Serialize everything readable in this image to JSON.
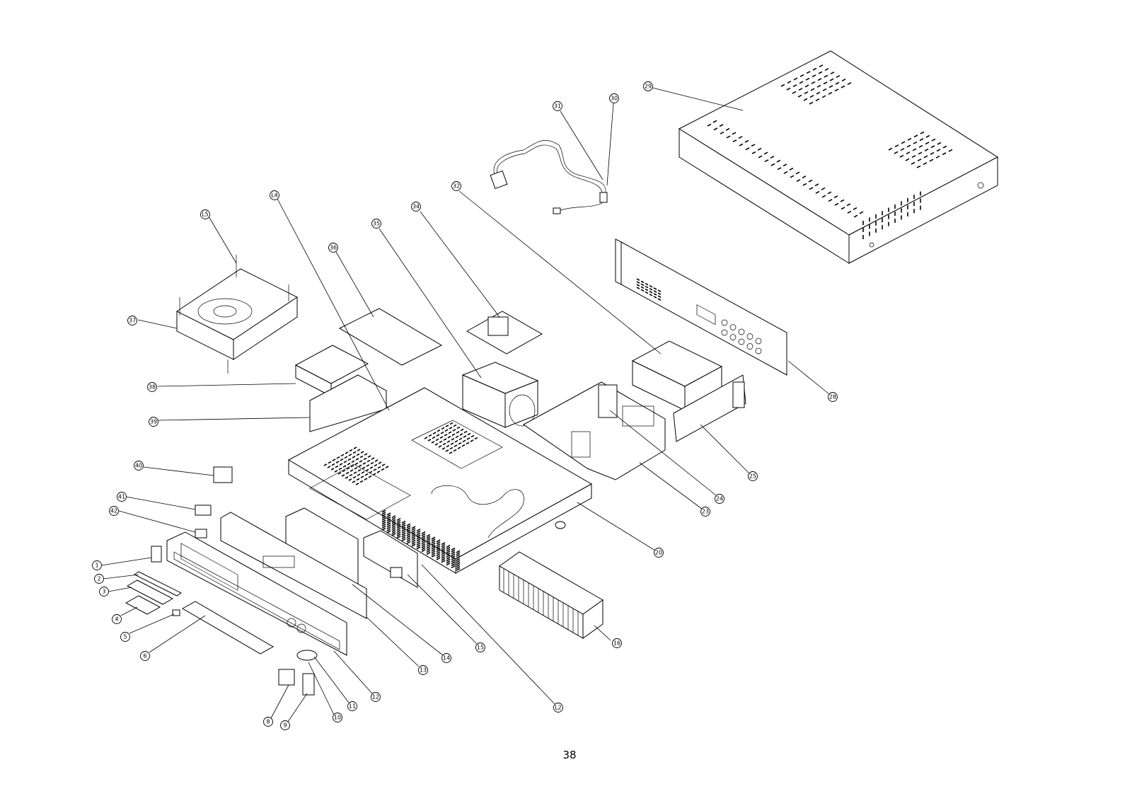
{
  "document": {
    "page_number": "38"
  },
  "callouts": [
    {
      "label": "1"
    },
    {
      "label": "2"
    },
    {
      "label": "3"
    },
    {
      "label": "4"
    },
    {
      "label": "5"
    },
    {
      "label": "6"
    },
    {
      "label": "8"
    },
    {
      "label": "9"
    },
    {
      "label": "10"
    },
    {
      "label": "11"
    },
    {
      "label": "12"
    },
    {
      "label": "13"
    },
    {
      "label": "14"
    },
    {
      "label": "15"
    },
    {
      "label": "16"
    },
    {
      "label": "20"
    },
    {
      "label": "23"
    },
    {
      "label": "24"
    },
    {
      "label": "25"
    },
    {
      "label": "28"
    },
    {
      "label": "29"
    },
    {
      "label": "30"
    },
    {
      "label": "31"
    },
    {
      "label": "32"
    },
    {
      "label": "34"
    },
    {
      "label": "35"
    },
    {
      "label": "36"
    },
    {
      "label": "37"
    },
    {
      "label": "38"
    },
    {
      "label": "39"
    },
    {
      "label": "40"
    },
    {
      "label": "41"
    },
    {
      "label": "42"
    },
    {
      "label": "L2"
    },
    {
      "label": "L4"
    },
    {
      "label": "L5"
    }
  ]
}
